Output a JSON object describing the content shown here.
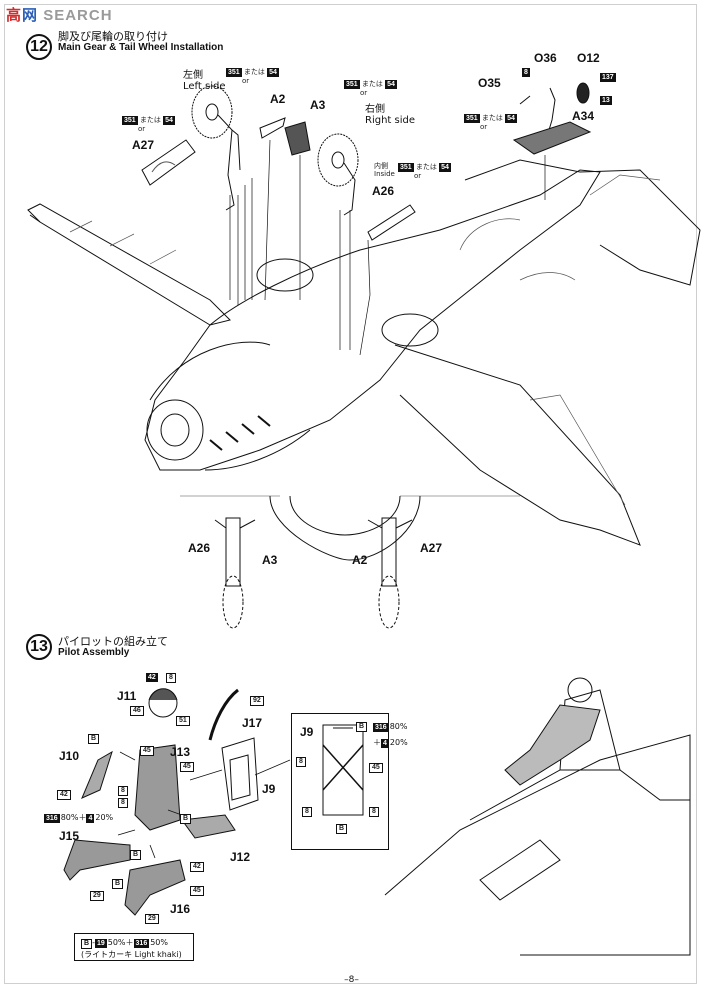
{
  "watermark": {
    "text1": "高",
    "text2": "网",
    "text3": "SEARCH"
  },
  "step12": {
    "number": "12",
    "title_jp": "脚及び尾輪の取り付け",
    "title_en": "Main Gear & Tail Wheel Installation",
    "parts": {
      "a2": "A2",
      "a3": "A3",
      "a26": "A26",
      "a27": "A27",
      "a34": "A34",
      "o35": "O35",
      "o36": "O36",
      "o12": "O12"
    },
    "labels": {
      "left_side_jp": "左側",
      "left_side_en": "Left side",
      "right_side_jp": "右側",
      "right_side_en": "Right side",
      "inside_jp": "内側",
      "inside_en": "Inside"
    },
    "paint": {
      "c351": "351",
      "c54": "54",
      "or_jp": "または",
      "or_en": "or",
      "c8": "8",
      "c137": "137",
      "c13": "13"
    },
    "bottom_parts": {
      "a26": "A26",
      "a3": "A3",
      "a2": "A2",
      "a27": "A27"
    }
  },
  "step13": {
    "number": "13",
    "title_jp": "パイロットの組み立て",
    "title_en": "Pilot Assembly",
    "parts": {
      "j9": "J9",
      "j10": "J10",
      "j11": "J11",
      "j12": "J12",
      "j13": "J13",
      "j15": "J15",
      "j16": "J16",
      "j17": "J17",
      "j9_box": "J9"
    },
    "paint": {
      "c42": "42",
      "c8": "8",
      "c46": "46",
      "c51": "51",
      "c92": "92",
      "cB": "B",
      "c45": "45",
      "c29": "29",
      "mix1_a": "316",
      "mix1_pa": "80%",
      "mix1_plus": "＋",
      "mix1_b": "4",
      "mix1_pb": "20%"
    },
    "khaki": {
      "b": "B",
      "dash": "‐",
      "c19": "19",
      "p19": "50%",
      "plus": "＋",
      "c316": "316",
      "p316": "50%",
      "name": "(ライトカーキ  Light khaki)"
    }
  },
  "page_number": "–8–"
}
